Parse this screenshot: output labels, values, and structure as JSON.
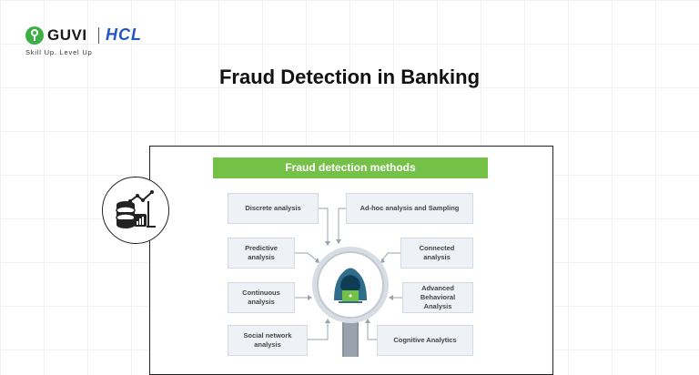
{
  "brand": {
    "name": "GUVI",
    "partner": "HCL",
    "tagline": "Skill Up. Level Up"
  },
  "page": {
    "title": "Fraud Detection in Banking"
  },
  "diagram": {
    "banner": "Fraud detection methods",
    "methods": [
      {
        "label": "Discrete analysis"
      },
      {
        "label": "Ad-hoc analysis and Sampling"
      },
      {
        "label": "Predictive analysis"
      },
      {
        "label": "Connected analysis"
      },
      {
        "label": "Continuous analysis"
      },
      {
        "label": "Advanced Behavioral Analysis"
      },
      {
        "label": "Social network analysis"
      },
      {
        "label": "Cognitive Analytics"
      }
    ]
  },
  "colors": {
    "accent_green": "#75c046",
    "hcl_blue": "#1f55c5",
    "box_fill": "#eef1f5",
    "magnifier_blue": "#2f6d8a"
  },
  "icons": {
    "badge": "database-chart-icon",
    "center": "hooded-hacker-laptop-icon"
  }
}
